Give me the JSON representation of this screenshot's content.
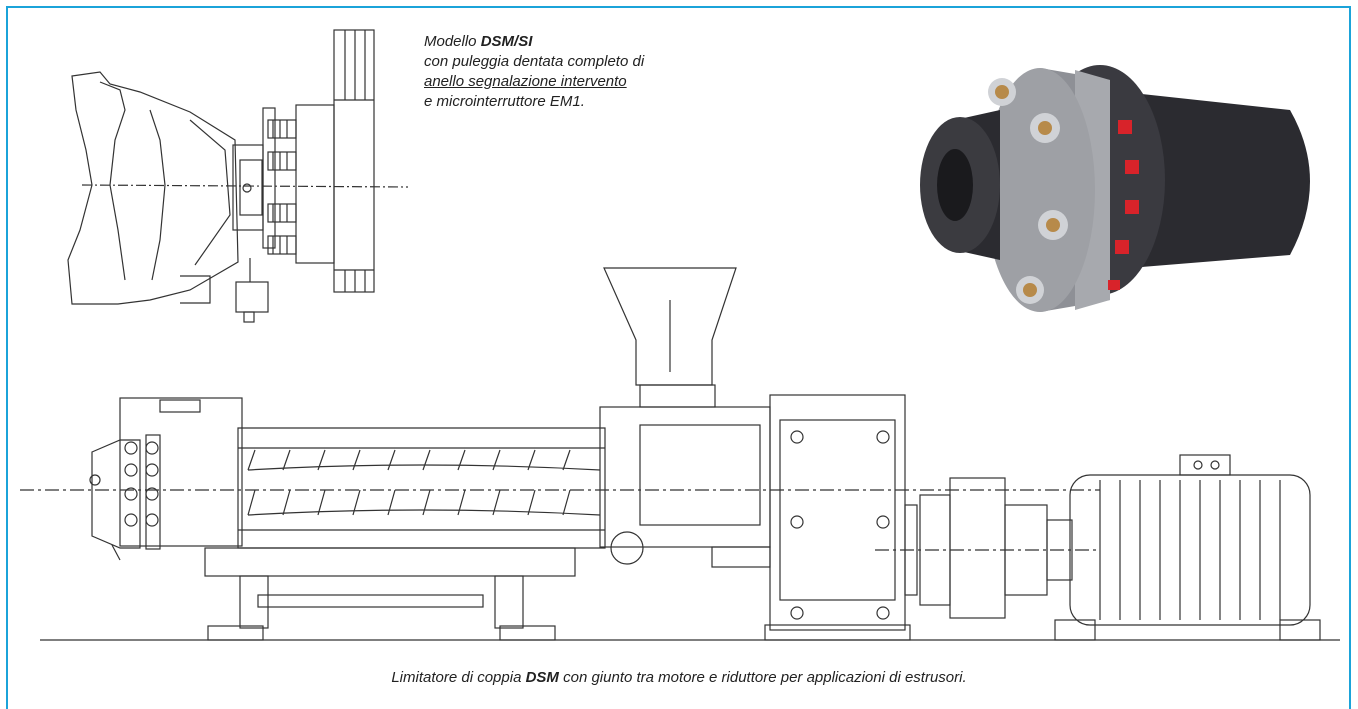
{
  "top_caption": {
    "line1_prefix": "Modello ",
    "line1_model": "DSM/SI",
    "line2": "con puleggia dentata completo di",
    "line3": "anello segnalazione intervento",
    "line4": "e microinterruttore EM1."
  },
  "bottom_caption": {
    "prefix": "Limitatore di coppia ",
    "model": "DSM",
    "suffix": " con giunto tra motore e riduttore per applicazioni di estrusori."
  },
  "colors": {
    "frame": "#1ba3d9",
    "line": "#333333",
    "coupling_gray": "#8e9096",
    "coupling_dark": "#2b2b30",
    "insert_red": "#d8232a",
    "bolt_bronze": "#b78a4a"
  }
}
